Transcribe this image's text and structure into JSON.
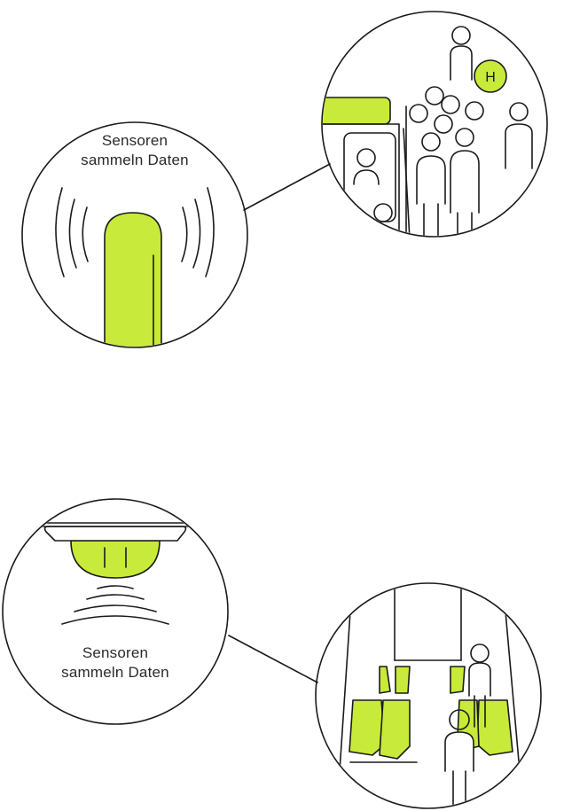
{
  "panel_top": {
    "caption_line1": "Sensoren",
    "caption_line2": "sammeln Daten",
    "sign_text": "H"
  },
  "panel_bottom": {
    "caption_line1": "Sensoren",
    "caption_line2": "sammeln Daten"
  },
  "colors": {
    "accent": "#c8ea3a",
    "line": "#1a1a1a",
    "background": "#ffffff"
  }
}
